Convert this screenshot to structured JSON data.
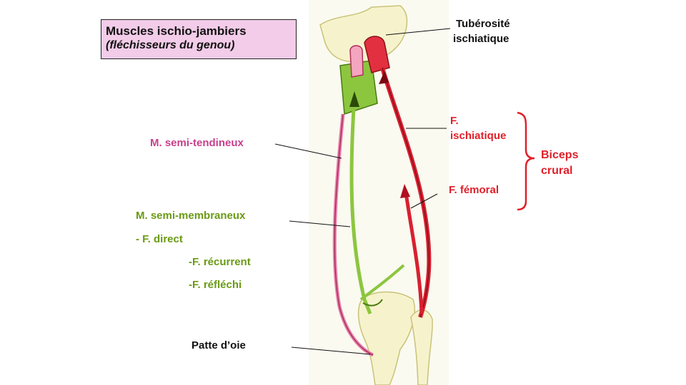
{
  "title": {
    "line1": "Muscles ischio-jambiers",
    "line2": "(fléchisseurs du genou)"
  },
  "labels": {
    "tuberosite_line1": "Tubérosité",
    "tuberosite_line2": "ischiatique",
    "semi_tendineux": "M. semi-tendineux",
    "semi_membraneux": "M. semi-membraneux",
    "f_direct": "- F. direct",
    "f_recurrent": "-F. récurrent",
    "f_reflechi": "-F. réfléchi",
    "patte_oie": "Patte d’oie",
    "f_ischiatique_line1": "F.",
    "f_ischiatique_line2": "ischiatique",
    "f_femoral": "F. fémoral",
    "biceps_line1": "Biceps",
    "biceps_line2": "crural"
  },
  "colors": {
    "red": "#e0202a",
    "pink": "#c8408c",
    "green": "#6a9a14",
    "bone": "#f6f3cc",
    "title_bg": "#f2cce8"
  }
}
